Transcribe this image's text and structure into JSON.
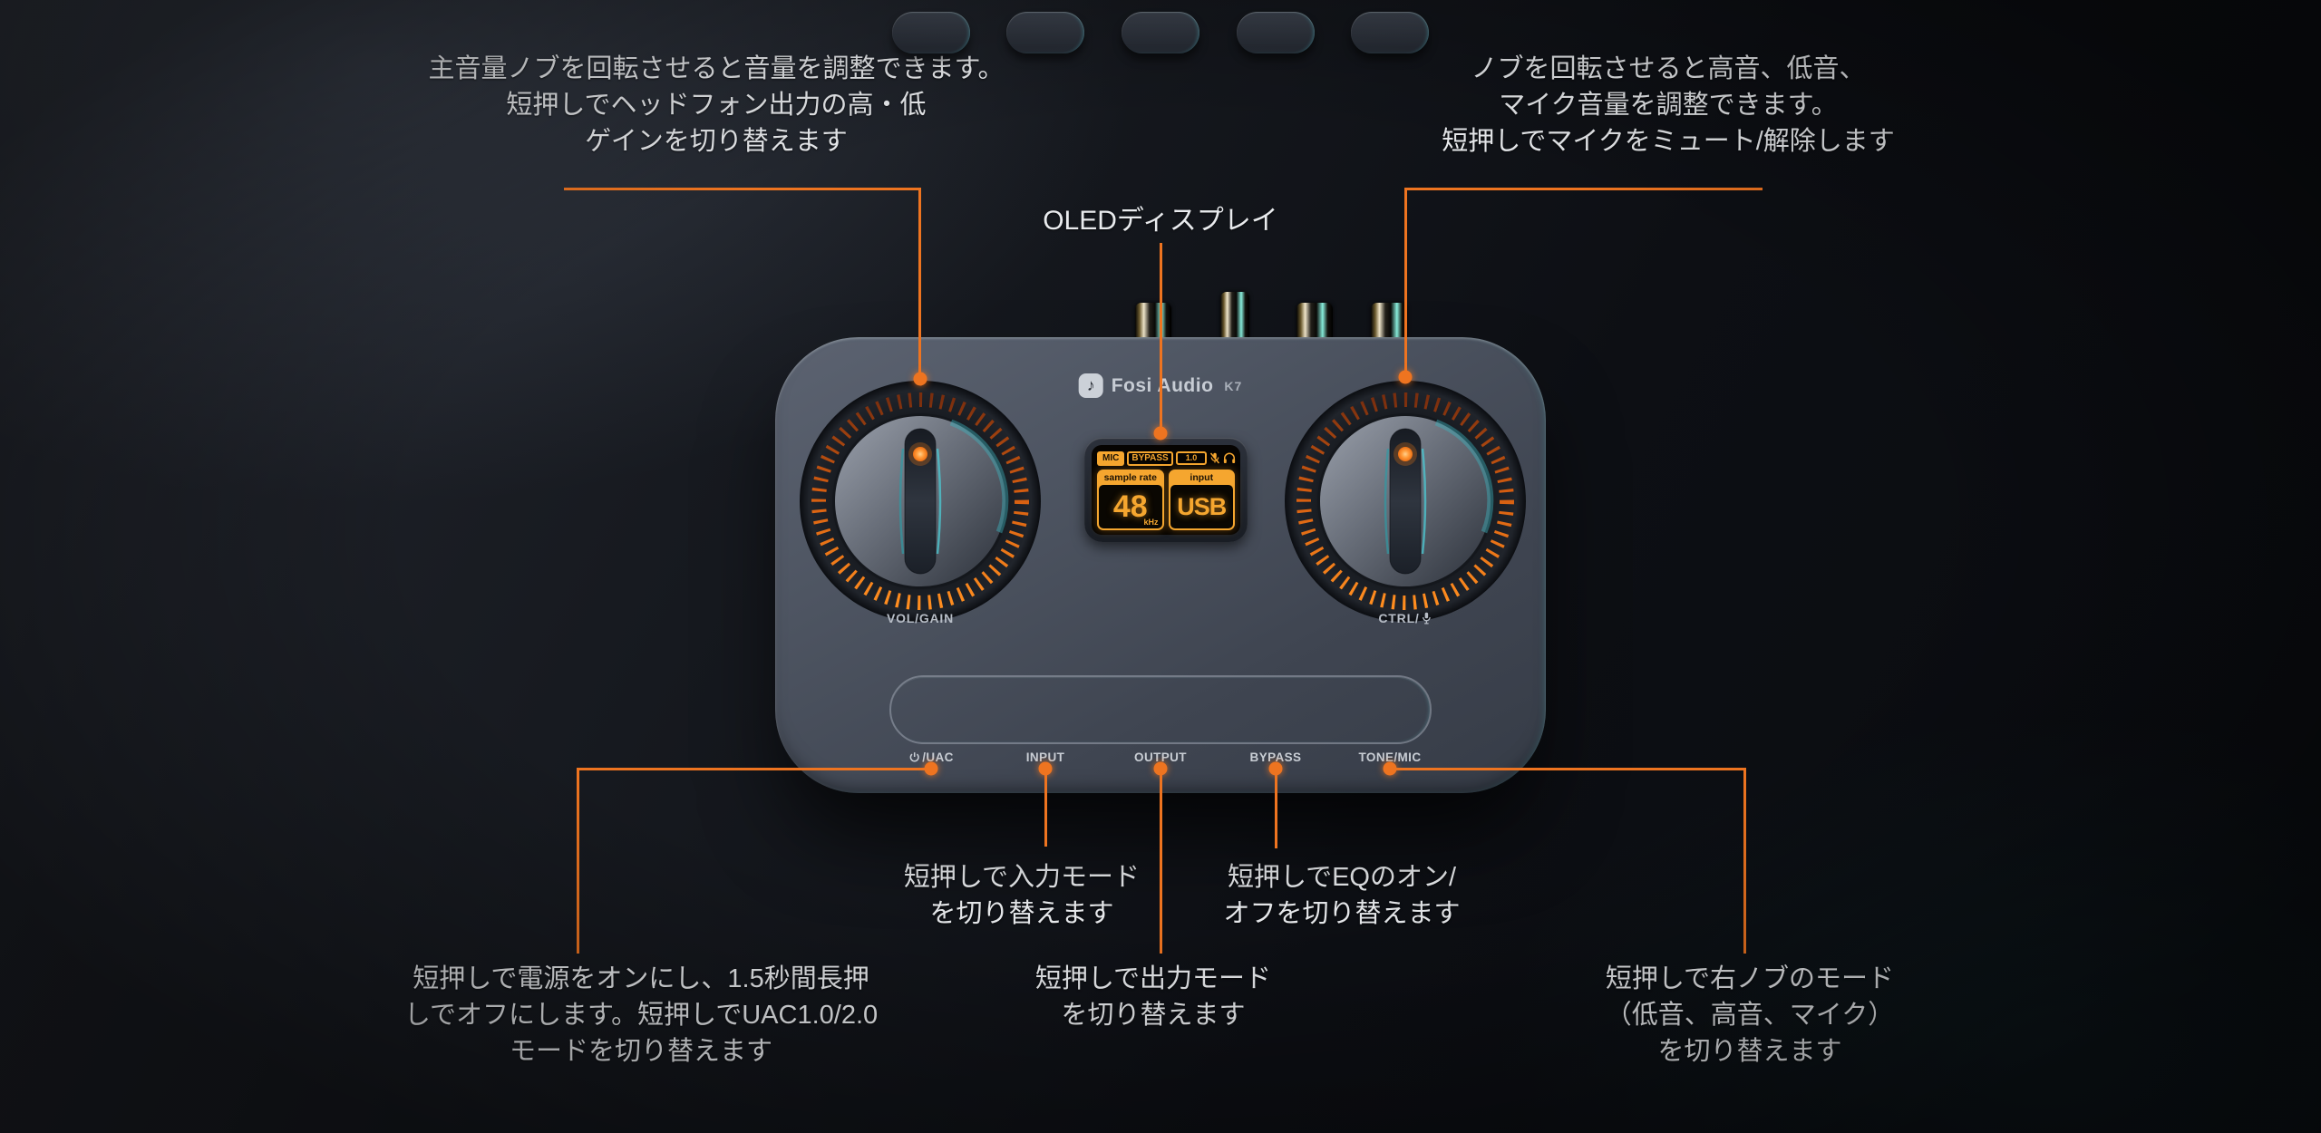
{
  "colors": {
    "accent": "#ee7420",
    "oled_amber": "#f5a62f",
    "device_body": "#4a505d",
    "background": "#0b0d12"
  },
  "annotations": {
    "main_knob": {
      "lines": [
        "主音量ノブを回転させると音量を調整できます。",
        "短押しでヘッドフォン出力の高・低",
        "ゲインを切り替えます"
      ]
    },
    "right_knob": {
      "lines": [
        "ノブを回転させると高音、低音、",
        "マイク音量を調整できます。",
        "短押しでマイクをミュート/解除します"
      ]
    },
    "oled_label": "OLEDディスプレイ",
    "power_button": {
      "lines": [
        "短押しで電源をオンにし、1.5秒間長押",
        "しでオフにします。短押しでUAC1.0/2.0",
        "モードを切り替えます"
      ]
    },
    "input_button": {
      "lines": [
        "短押しで入力モード",
        "を切り替えます"
      ]
    },
    "output_button": {
      "lines": [
        "短押しで出力モード",
        "を切り替えます"
      ]
    },
    "bypass_button": {
      "lines": [
        "短押しでEQのオン/",
        "オフを切り替えます"
      ]
    },
    "tone_mic_button": {
      "lines": [
        "短押しで右ノブのモード",
        "（低音、高音、マイク）",
        "を切り替えます"
      ]
    }
  },
  "device": {
    "brand": "Fosi Audio",
    "model": "K7",
    "logo_note": "♪",
    "left_knob_label": "VOL/GAIN",
    "right_knob_label": "CTRL/",
    "buttons": [
      {
        "label": "/UAC",
        "icon": "power"
      },
      {
        "label": "INPUT"
      },
      {
        "label": "OUTPUT"
      },
      {
        "label": "BYPASS"
      },
      {
        "label": "TONE/MIC"
      }
    ],
    "oled": {
      "badge_mic": "MIC",
      "badge_bypass": "BYPASS",
      "badge_uac": "1.0",
      "sample_rate_label": "sample rate",
      "sample_rate_value": "48",
      "sample_rate_unit": "kHz",
      "input_label": "input",
      "input_value": "USB"
    }
  }
}
